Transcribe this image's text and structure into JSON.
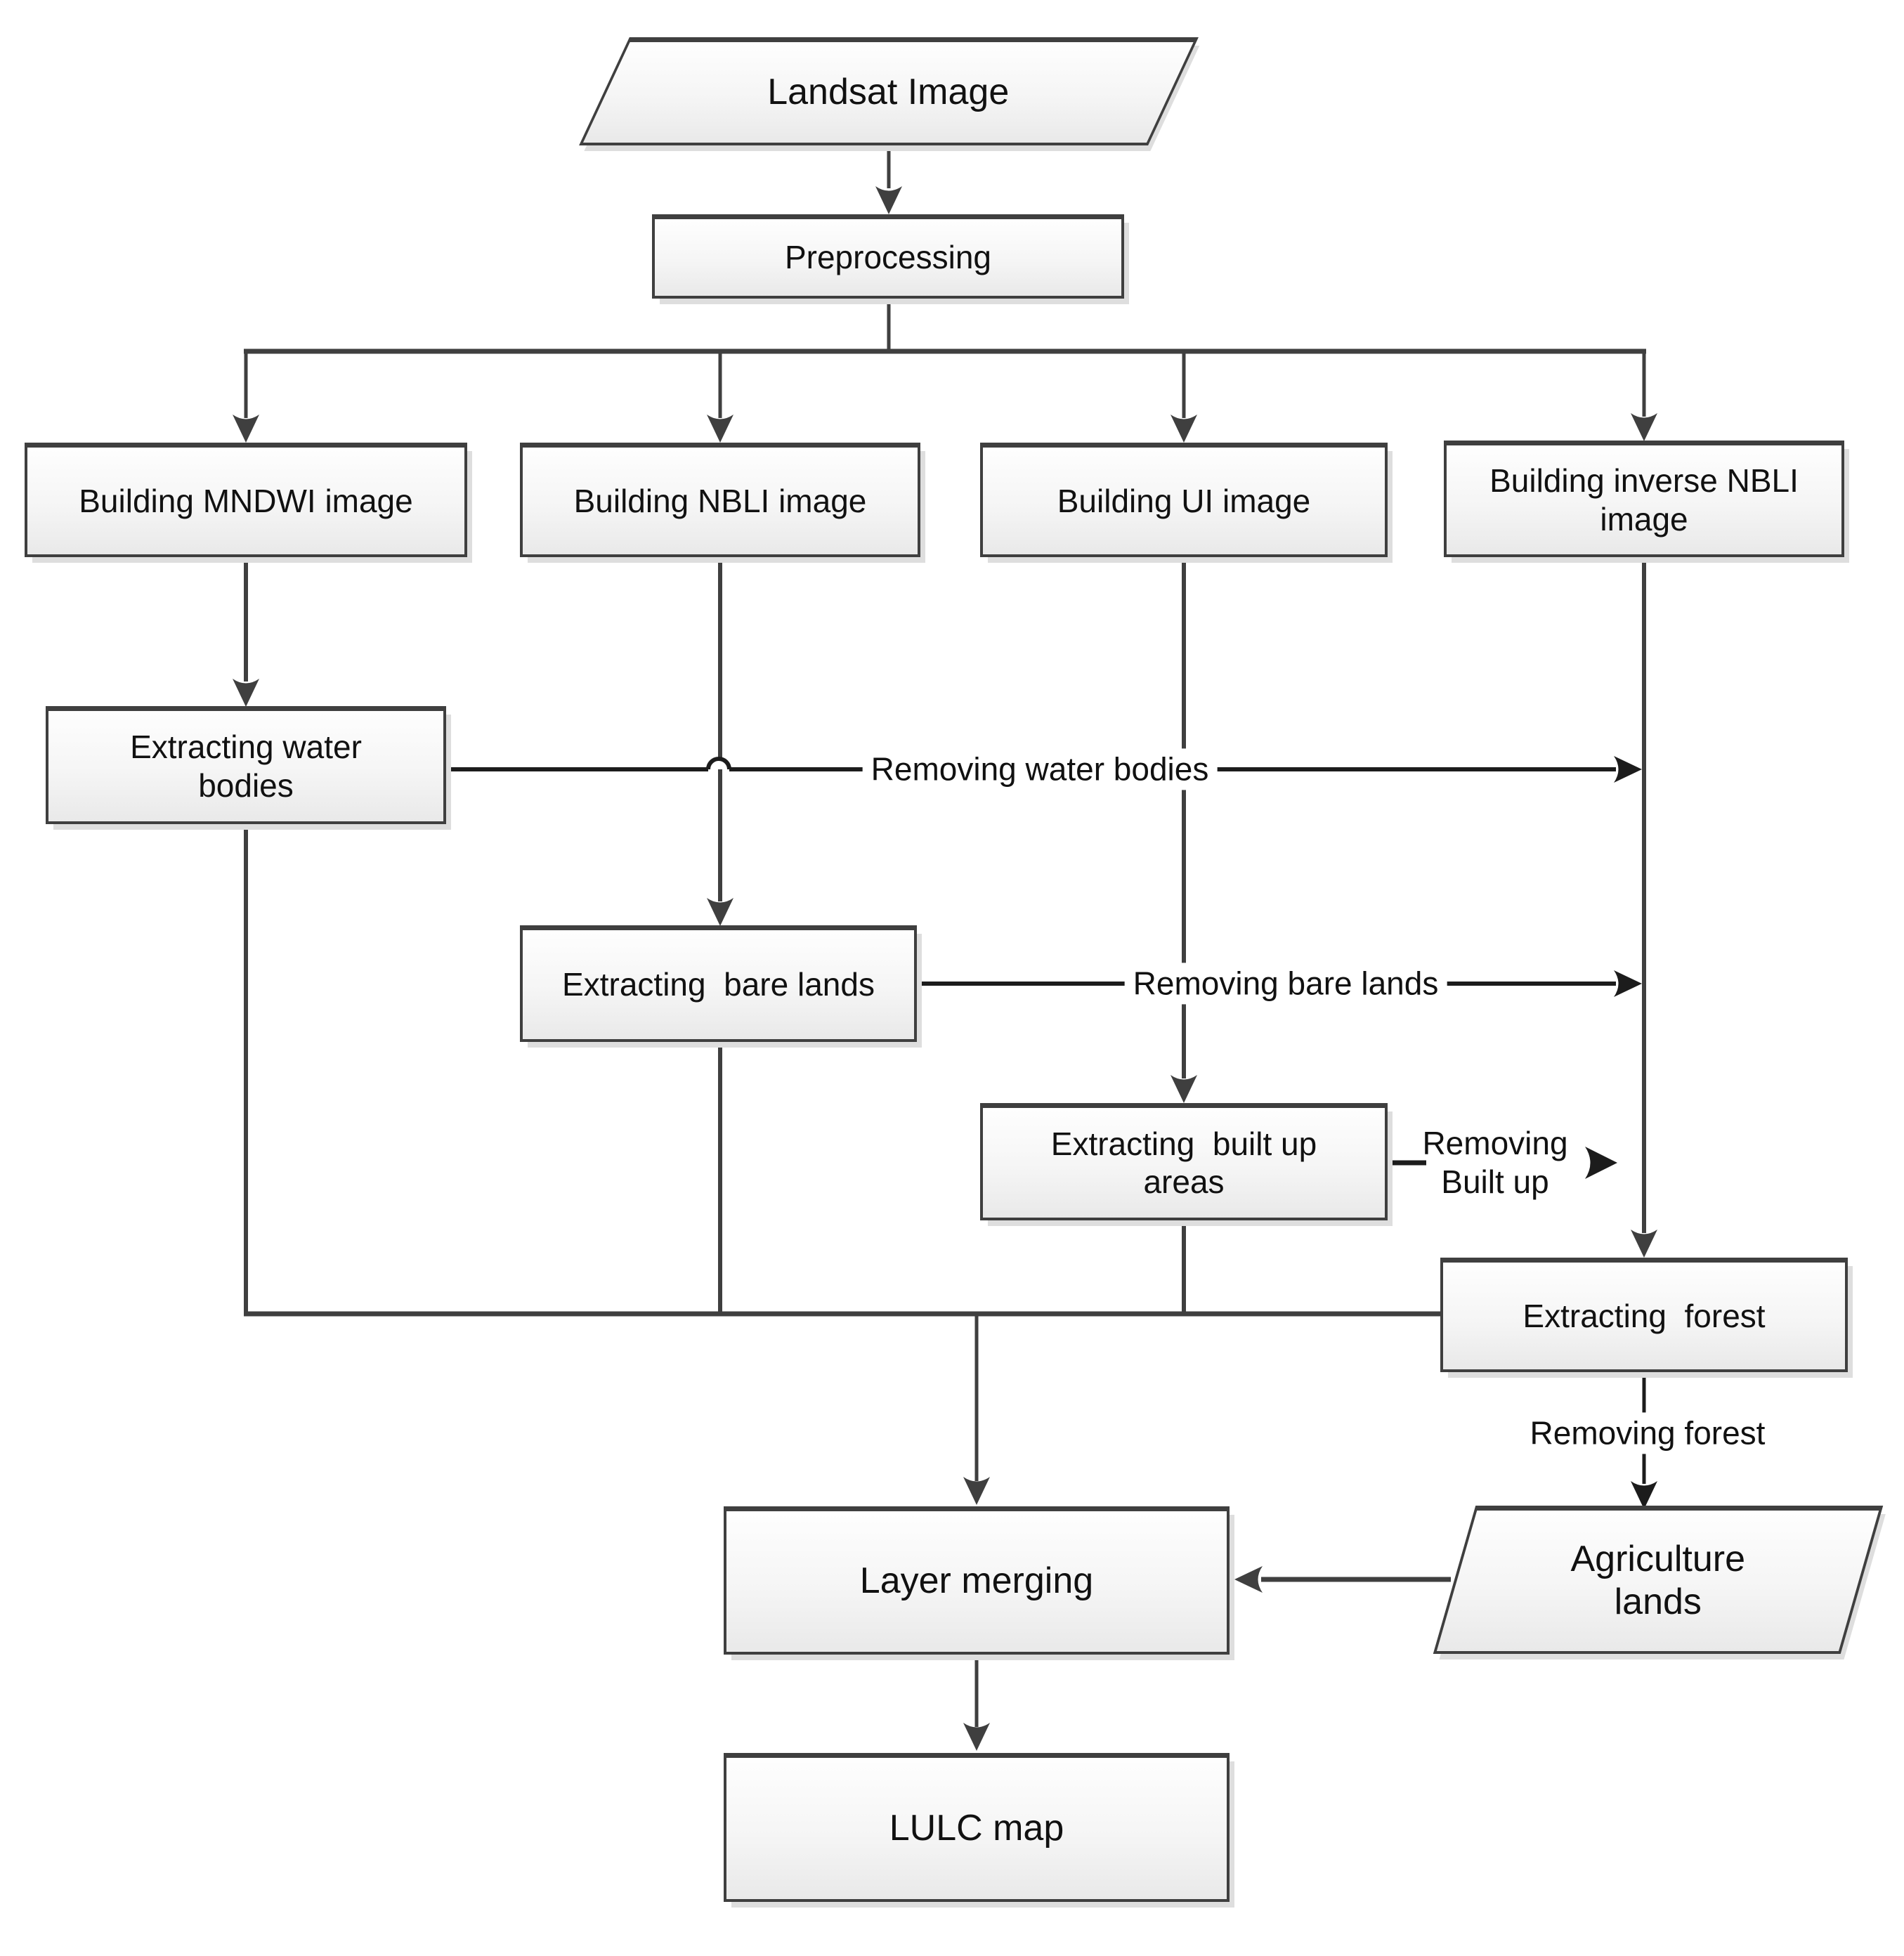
{
  "nodes": {
    "landsat": {
      "label": "Landsat Image"
    },
    "preprocessing": {
      "label": "Preprocessing"
    },
    "mndwi": {
      "label": "Building MNDWI image"
    },
    "nbli": {
      "label": "Building NBLI image"
    },
    "ui": {
      "label": "Building UI image"
    },
    "inverse_nbli": {
      "label": "Building inverse NBLI\nimage"
    },
    "water": {
      "label": "Extracting water\nbodies"
    },
    "bare": {
      "label": "Extracting  bare lands"
    },
    "builtup": {
      "label": "Extracting  built up\nareas"
    },
    "forest": {
      "label": "Extracting  forest"
    },
    "layer_merging": {
      "label": "Layer merging"
    },
    "agriculture": {
      "label": "Agriculture\nlands"
    },
    "lulc": {
      "label": "LULC map"
    }
  },
  "edges": {
    "removing_water": {
      "label": "Removing water bodies"
    },
    "removing_bare": {
      "label": "Removing bare lands"
    },
    "removing_builtup": {
      "label": "Removing\nBuilt up"
    },
    "removing_forest": {
      "label": "Removing forest"
    }
  },
  "colors": {
    "line_gray": "#3f3f3f",
    "line_black": "#1c1c1c",
    "box_border": "#3f3f3f",
    "box_fill_top": "#fefefe",
    "box_fill_bottom": "#e9e9e9",
    "shadow": "#dedede",
    "text": "#111111",
    "background": "#ffffff"
  }
}
